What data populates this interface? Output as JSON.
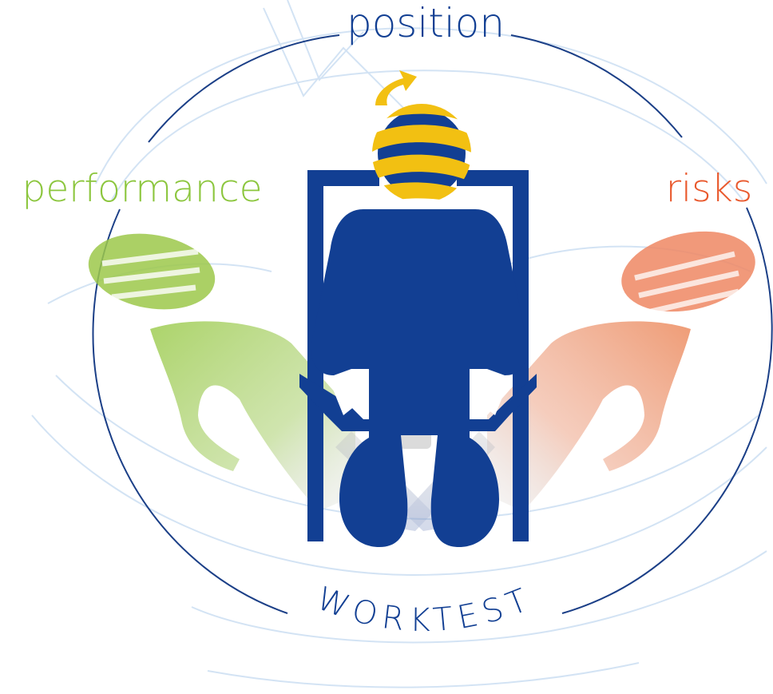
{
  "labels": {
    "top": "position",
    "left": "performance",
    "right": "risks",
    "bottom": "WORKTEST"
  },
  "colors": {
    "navy": "#123f93",
    "ring": "#1b3f87",
    "green": "#8cc63e",
    "orange": "#e9582c",
    "gold": "#f2c012",
    "swirl": "#cfe1f3"
  },
  "icons": {
    "center": "seated-person-icon",
    "head": "rotating-globe-icon",
    "left_figure": "left-ghost-figure-icon",
    "right_figure": "right-ghost-figure-icon",
    "left_head": "left-globe-icon",
    "right_head": "right-globe-icon",
    "chair": "chair-icon"
  }
}
